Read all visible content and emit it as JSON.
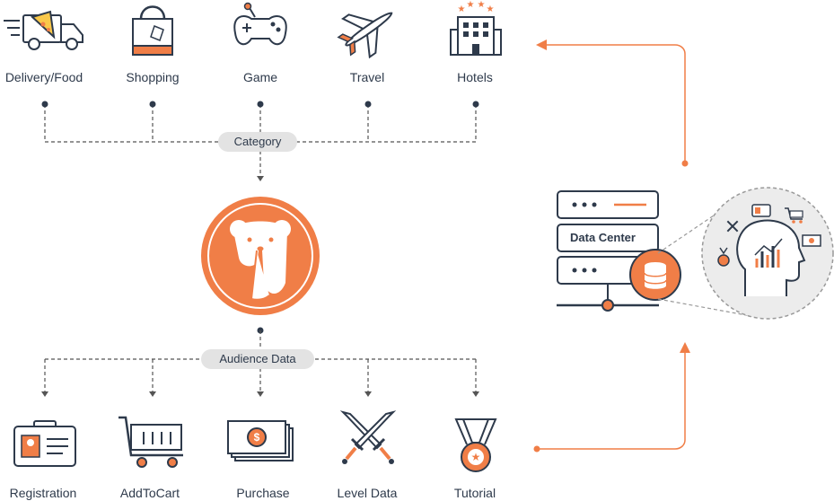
{
  "categories": [
    {
      "label": "Delivery/Food",
      "icon": "delivery-truck-icon"
    },
    {
      "label": "Shopping",
      "icon": "shopping-bag-icon"
    },
    {
      "label": "Game",
      "icon": "gamepad-icon"
    },
    {
      "label": "Travel",
      "icon": "airplane-icon"
    },
    {
      "label": "Hotels",
      "icon": "hotel-building-icon"
    }
  ],
  "category_label": "Category",
  "audience_label": "Audience Data",
  "audience": [
    {
      "label": "Registration",
      "icon": "id-card-icon"
    },
    {
      "label": "AddToCart",
      "icon": "shopping-cart-icon"
    },
    {
      "label": "Purchase",
      "icon": "money-icon"
    },
    {
      "label": "Level Data",
      "icon": "crossed-swords-icon"
    },
    {
      "label": "Tutorial",
      "icon": "medal-icon"
    }
  ],
  "data_center_label": "Data Center",
  "colors": {
    "accent": "#f07e47",
    "dark": "#2e3a4b",
    "pill": "#e3e3e3",
    "dash": "#555555",
    "circle_bg": "#ececec"
  },
  "center_logo_icon": "bear-logo-icon",
  "data_center_icon": "server-stack-icon",
  "database_icon": "database-icon",
  "analytics_icon": "head-analytics-icon"
}
